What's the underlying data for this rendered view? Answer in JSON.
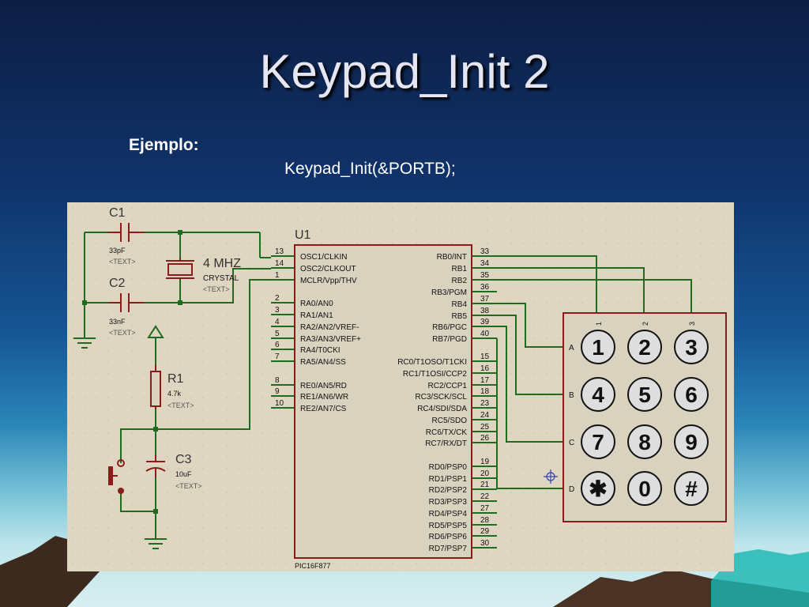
{
  "slide": {
    "title": "Keypad_Init 2",
    "ejemplo_label": "Ejemplo:",
    "code": "Keypad_Init(&PORTB);"
  },
  "colors": {
    "background_top": "#0d1e44",
    "schematic_bg": "#ded6c1",
    "wire": "#1f6b1f",
    "component": "#8b1c1c",
    "chip_fill": "#d9d2bf",
    "key_fill": "#dedede"
  },
  "schematic": {
    "chip": {
      "ref": "U1",
      "part": "PIC16F877",
      "left_pins": [
        {
          "num": "13",
          "name": "OSC1/CLKIN"
        },
        {
          "num": "14",
          "name": "OSC2/CLKOUT"
        },
        {
          "num": "1",
          "name": "MCLR/Vpp/THV"
        },
        {
          "num": "2",
          "name": "RA0/AN0"
        },
        {
          "num": "3",
          "name": "RA1/AN1"
        },
        {
          "num": "4",
          "name": "RA2/AN2/VREF-"
        },
        {
          "num": "5",
          "name": "RA3/AN3/VREF+"
        },
        {
          "num": "6",
          "name": "RA4/T0CKI"
        },
        {
          "num": "7",
          "name": "RA5/AN4/SS"
        },
        {
          "num": "8",
          "name": "RE0/AN5/RD"
        },
        {
          "num": "9",
          "name": "RE1/AN6/WR"
        },
        {
          "num": "10",
          "name": "RE2/AN7/CS"
        }
      ],
      "right_pins": [
        {
          "num": "33",
          "name": "RB0/INT"
        },
        {
          "num": "34",
          "name": "RB1"
        },
        {
          "num": "35",
          "name": "RB2"
        },
        {
          "num": "36",
          "name": "RB3/PGM"
        },
        {
          "num": "37",
          "name": "RB4"
        },
        {
          "num": "38",
          "name": "RB5"
        },
        {
          "num": "39",
          "name": "RB6/PGC"
        },
        {
          "num": "40",
          "name": "RB7/PGD"
        },
        {
          "num": "15",
          "name": "RC0/T1OSO/T1CKI"
        },
        {
          "num": "16",
          "name": "RC1/T1OSI/CCP2"
        },
        {
          "num": "17",
          "name": "RC2/CCP1"
        },
        {
          "num": "18",
          "name": "RC3/SCK/SCL"
        },
        {
          "num": "23",
          "name": "RC4/SDI/SDA"
        },
        {
          "num": "24",
          "name": "RC5/SDO"
        },
        {
          "num": "25",
          "name": "RC6/TX/CK"
        },
        {
          "num": "26",
          "name": "RC7/RX/DT"
        },
        {
          "num": "19",
          "name": "RD0/PSP0"
        },
        {
          "num": "20",
          "name": "RD1/PSP1"
        },
        {
          "num": "21",
          "name": "RD2/PSP2"
        },
        {
          "num": "22",
          "name": "RD3/PSP3"
        },
        {
          "num": "27",
          "name": "RD4/PSP4"
        },
        {
          "num": "28",
          "name": "RD5/PSP5"
        },
        {
          "num": "29",
          "name": "RD6/PSP6"
        },
        {
          "num": "30",
          "name": "RD7/PSP7"
        }
      ]
    },
    "c1": {
      "ref": "C1",
      "value": "33pF",
      "text": "<TEXT>"
    },
    "c2": {
      "ref": "C2",
      "value": "33nF",
      "text": "<TEXT>"
    },
    "crystal": {
      "freq": "4 MHZ",
      "type": "CRYSTAL",
      "text": "<TEXT>"
    },
    "r1": {
      "ref": "R1",
      "value": "4.7k",
      "text": "<TEXT>"
    },
    "c3": {
      "ref": "C3",
      "value": "10uF",
      "text": "<TEXT>"
    },
    "keypad": {
      "columns": [
        "1",
        "2",
        "3"
      ],
      "rows": [
        "A",
        "B",
        "C",
        "D"
      ],
      "keys": [
        "1",
        "2",
        "3",
        "4",
        "5",
        "6",
        "7",
        "8",
        "9",
        "✱",
        "0",
        "#"
      ]
    }
  }
}
